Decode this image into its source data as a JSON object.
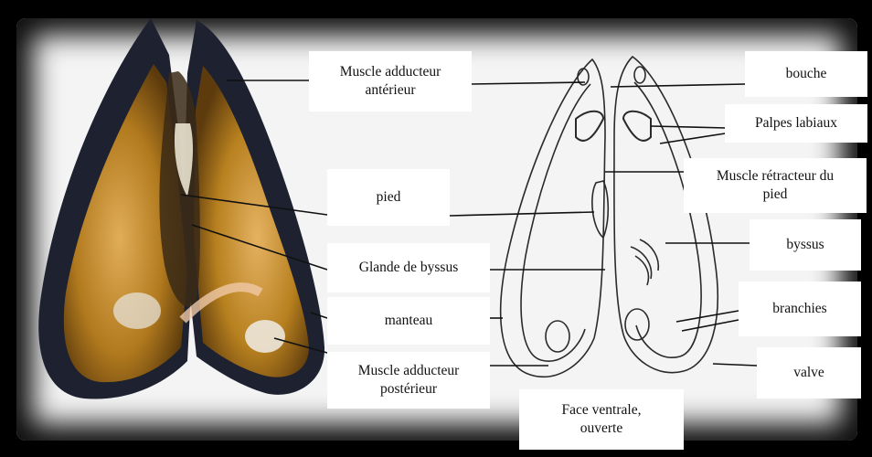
{
  "labels": {
    "muscle_adducteur_anterieur": "Muscle adducteur\nantérieur",
    "bouche": "bouche",
    "palpes_labiaux": "Palpes labiaux",
    "muscle_retracteur": "Muscle rétracteur du\npied",
    "pied": "pied",
    "byssus": "byssus",
    "glande_de_byssus": "Glande de byssus",
    "branchies": "branchies",
    "manteau": "manteau",
    "muscle_adducteur_posterieur": "Muscle adducteur\npostérieur",
    "valve": "valve",
    "face_ventrale": "Face ventrale,\nouverte"
  },
  "colors": {
    "shell_dark": "#1e2230",
    "flesh": "#b27a1e",
    "flesh_light": "#d7a04a",
    "line": "#111111",
    "drawing": "#2a2a2a"
  }
}
